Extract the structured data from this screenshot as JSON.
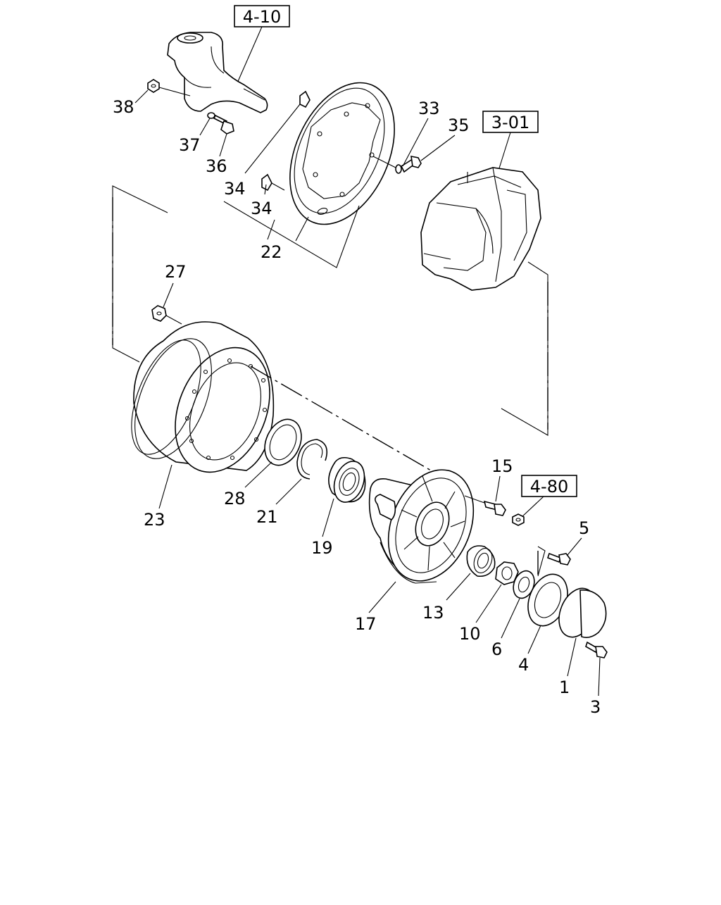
{
  "refs": {
    "r410": "4-10",
    "r301": "3-01",
    "r480": "4-80"
  },
  "callouts": {
    "c38": "38",
    "c37": "37",
    "c36": "36",
    "c34a": "34",
    "c34b": "34",
    "c33": "33",
    "c35": "35",
    "c22": "22",
    "c27": "27",
    "c23": "23",
    "c28": "28",
    "c21": "21",
    "c19": "19",
    "c17": "17",
    "c15": "15",
    "c13": "13",
    "c10": "10",
    "c6": "6",
    "c5": "5",
    "c4": "4",
    "c1": "1",
    "c3": "3"
  }
}
